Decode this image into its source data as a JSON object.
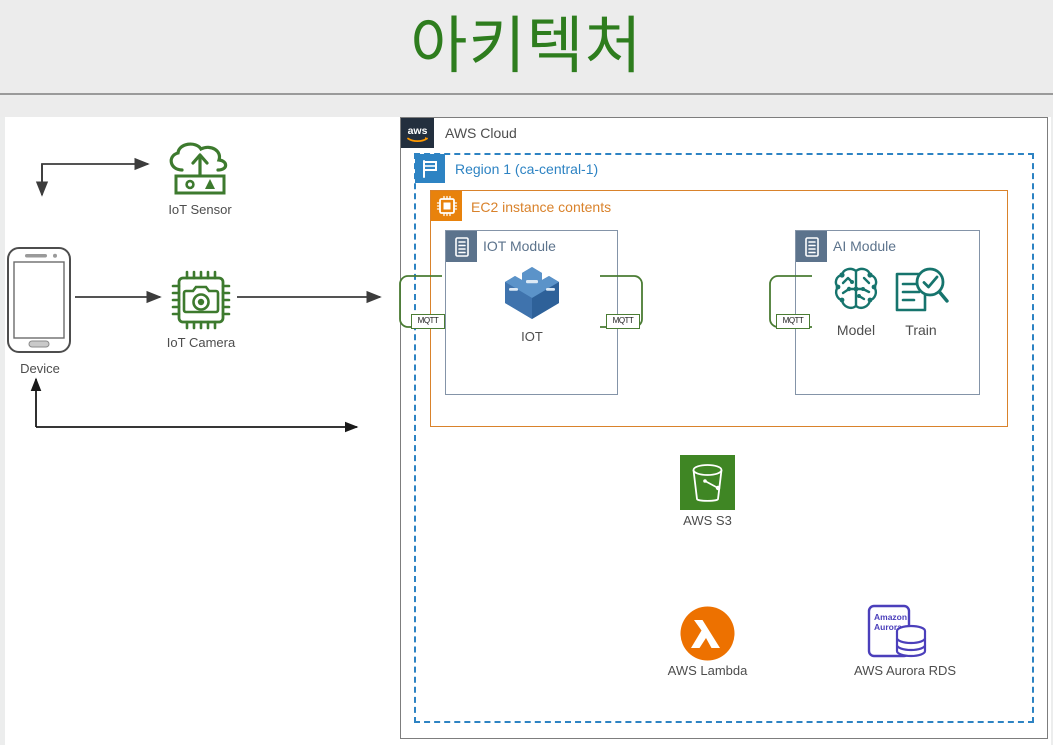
{
  "header": {
    "title": "아키텍처"
  },
  "canvas": {
    "left_zone": {
      "device": {
        "label": "Device",
        "icon": "smartphone-icon"
      },
      "iot_sensor": {
        "label": "IoT Sensor",
        "icon": "cloud-sensor-icon"
      },
      "iot_camera": {
        "label": "IoT Camera",
        "icon": "chip-camera-icon"
      }
    },
    "aws_cloud": {
      "label": "AWS Cloud",
      "icon": "aws-logo-icon",
      "region": {
        "label": "Region 1 (ca-central-1)",
        "icon": "region-flag-icon",
        "ec2": {
          "label": "EC2 instance contents",
          "icon": "ec2-chip-icon",
          "modules": [
            {
              "name": "iot-module",
              "label": "IOT Module",
              "icon": "server-rack-icon",
              "services": [
                {
                  "label": "IOT",
                  "icon": "aws-iot-core-icon"
                }
              ]
            },
            {
              "name": "ai-module",
              "label": "AI Module",
              "icon": "server-rack-icon",
              "services": [
                {
                  "label": "Model",
                  "icon": "brain-circuit-icon"
                },
                {
                  "label": "Train",
                  "icon": "document-magnifier-icon"
                }
              ]
            }
          ]
        },
        "services": [
          {
            "label": "AWS S3",
            "icon": "s3-bucket-icon"
          },
          {
            "label": "AWS Lambda",
            "icon": "lambda-icon"
          },
          {
            "label": "AWS Aurora RDS",
            "icon": "aurora-rds-icon",
            "icon_text_line1": "Amazon",
            "icon_text_line2": "Aurora"
          }
        ]
      }
    },
    "protocol_tags": [
      {
        "label": "MQTT"
      },
      {
        "label": "MQTT"
      },
      {
        "label": "MQTT"
      }
    ]
  },
  "colors": {
    "title_green": "#2e7d1e",
    "aws_navy": "#232f3e",
    "region_blue": "#2d83c3",
    "ec2_orange": "#d9822b",
    "module_slate": "#5c738c",
    "iot_green": "#3d7a2e",
    "s3_green": "#3f8624",
    "lambda_orange": "#ed7100",
    "aurora_purple": "#4b3fbb",
    "teal": "#16746d"
  }
}
